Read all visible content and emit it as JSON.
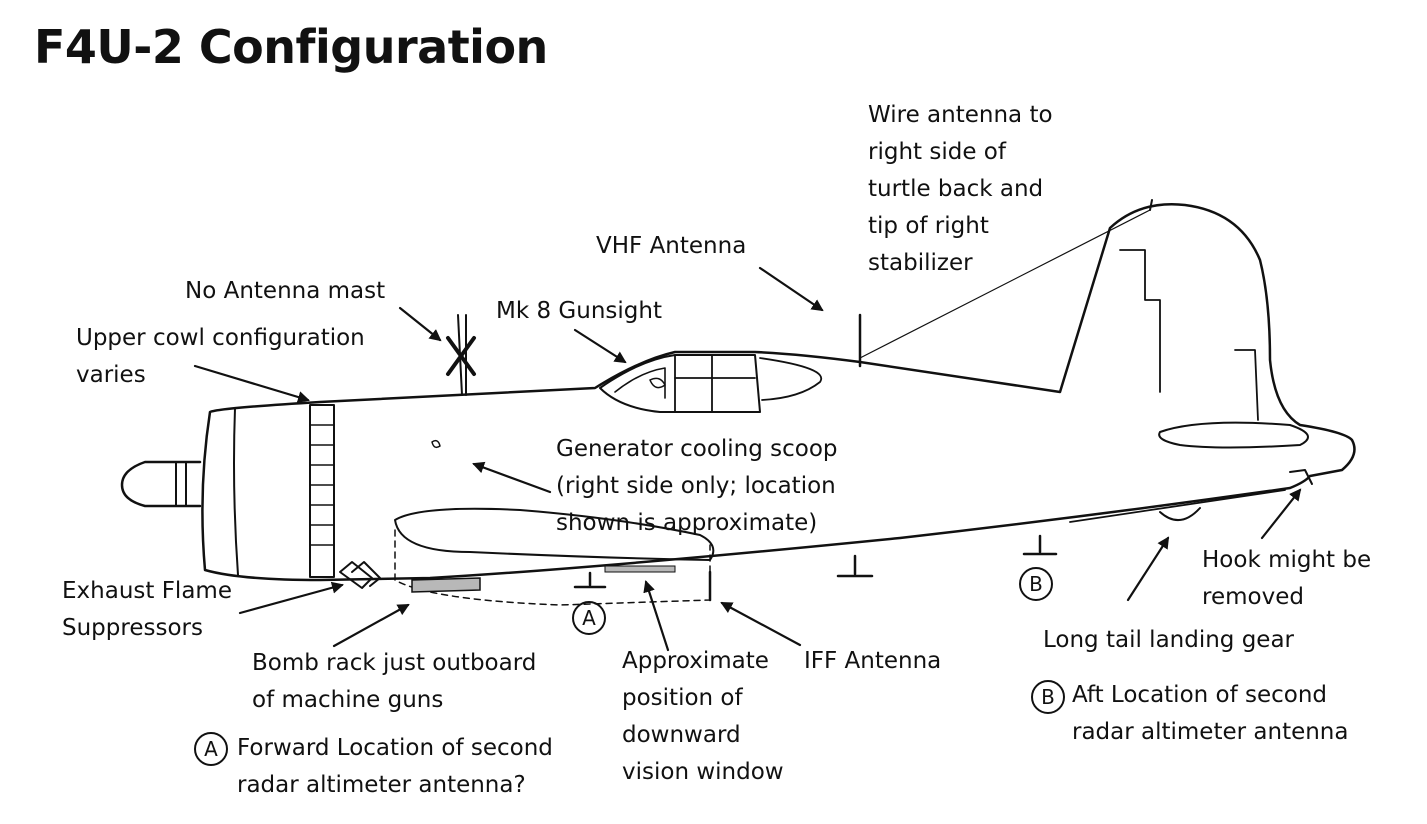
{
  "title": "F4U-2 Configuration",
  "labels": {
    "wire_antenna": "Wire antenna to\nright side of\nturtle back and\ntip of right\nstabilizer",
    "vhf_antenna": "VHF Antenna",
    "no_antenna_mast": "No Antenna mast",
    "mk8_gunsight": "Mk 8 Gunsight",
    "upper_cowl": "Upper cowl configuration\nvaries",
    "generator_scoop": "Generator cooling scoop\n(right side only; location\nshown is approximate)",
    "exhaust": "Exhaust Flame\nSuppressors",
    "bomb_rack": "Bomb rack just outboard\nof machine guns",
    "downward_window": "Approximate\nposition of\ndownward\nvision window",
    "iff_antenna": "IFF Antenna",
    "hook": "Hook might be\nremoved",
    "tail_gear": "Long tail landing gear"
  },
  "markers": {
    "a": "A",
    "b": "B"
  },
  "key": {
    "a_text": "Forward Location of second\nradar altimeter antenna?",
    "b_text": "Aft Location of second\nradar altimeter antenna"
  },
  "line_color": "#111111",
  "detail_fill": "#b8b8b8"
}
